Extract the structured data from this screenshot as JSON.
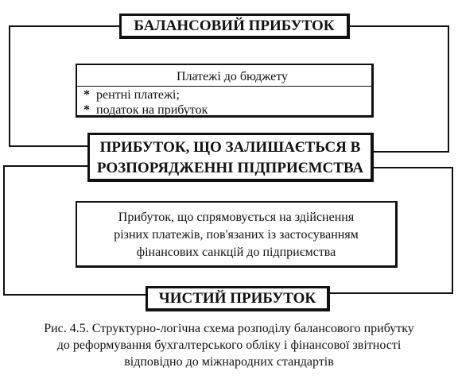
{
  "diagram": {
    "balance_profit": "БАЛАНСОВИЙ ПРИБУТОК",
    "budget_payments": {
      "title": "Платежі до бюджету",
      "items": [
        {
          "bullet": "*",
          "text": "рентні платежі;"
        },
        {
          "bullet": "*",
          "text": "податок на прибуток"
        }
      ]
    },
    "remaining_profit": {
      "line1": "ПРИБУТОК, ЩО ЗАЛИШАЄТЬСЯ В",
      "line2": "РОЗПОРЯДЖЕННІ ПІДПРИЄМСТВА"
    },
    "sanctions_profit": {
      "line1": "Прибуток, що спрямовується на здійснення",
      "line2": "різних платежів, пов'язаних із застосуванням",
      "line3": "фінансових санкцій до підприємства"
    },
    "net_profit": "ЧИСТИЙ ПРИБУТОК"
  },
  "caption": {
    "line1": "Рис. 4.5. Структурно-логічна схема розподілу балансового прибутку",
    "line2": "до реформування бухгалтерського обліку і фінансової звітності",
    "line3": "відповідно до міжнародних стандартів"
  }
}
